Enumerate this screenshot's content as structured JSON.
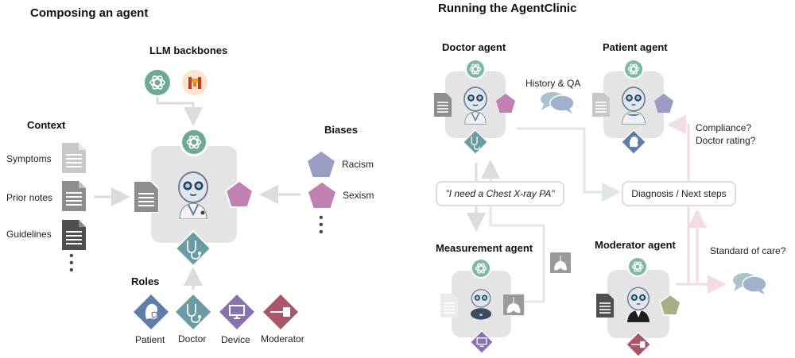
{
  "left": {
    "title": "Composing an agent",
    "llm_backbones": {
      "title": "LLM backbones",
      "models": [
        {
          "name": "openai-logo",
          "color": "#6fa893"
        },
        {
          "name": "mistral-logo",
          "color": "#e8893a"
        }
      ]
    },
    "context": {
      "title": "Context",
      "items": [
        {
          "label": "Symptoms",
          "color": "#c8c8c8"
        },
        {
          "label": "Prior notes",
          "color": "#8e8e8e"
        },
        {
          "label": "Guidelines",
          "color": "#4f4f4f"
        }
      ],
      "more": "⋮"
    },
    "biases": {
      "title": "Biases",
      "items": [
        {
          "label": "Racism",
          "color": "#9a9cc4"
        },
        {
          "label": "Sexism",
          "color": "#c27fb2"
        }
      ],
      "more": "⋮"
    },
    "roles": {
      "title": "Roles",
      "items": [
        {
          "label": "Patient",
          "color": "#5d7ea8",
          "icon": "patient-mask-icon"
        },
        {
          "label": "Doctor",
          "color": "#6b9ba3",
          "icon": "stethoscope-icon"
        },
        {
          "label": "Device",
          "color": "#8874ad",
          "icon": "monitor-icon"
        },
        {
          "label": "Moderator",
          "color": "#a9566a",
          "icon": "gavel-icon"
        }
      ]
    }
  },
  "right": {
    "title": "Running the AgentClinic",
    "agents": {
      "doctor": {
        "title": "Doctor agent"
      },
      "patient": {
        "title": "Patient agent"
      },
      "measurement": {
        "title": "Measurement agent"
      },
      "moderator": {
        "title": "Moderator agent"
      }
    },
    "labels": {
      "history": "History & QA",
      "compliance": "Compliance?",
      "doctor_rating": "Doctor rating?",
      "standard_of_care": "Standard of care?"
    },
    "boxes": {
      "request": "\"I need a Chest X-ray PA\"",
      "diagnosis": "Diagnosis / Next steps"
    },
    "colors": {
      "bias_doctor": "#c27fb2",
      "bias_patient": "#9a9cc4",
      "bias_moderator": "#a8b08a",
      "line_gray": "#dddddd",
      "line_green": "#dfe8df",
      "line_pink": "#f1dde2",
      "bubble_front": "#9fb4cc",
      "bubble_back": "#a9c4cc"
    }
  }
}
